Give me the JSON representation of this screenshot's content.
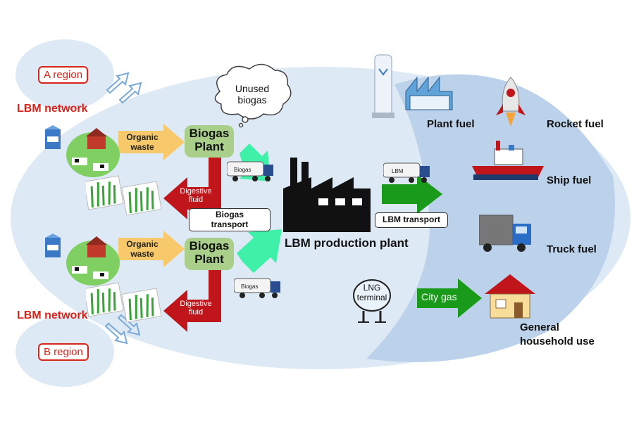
{
  "regions": {
    "a_region": "A region",
    "b_region": "B region",
    "network_top": "LBM network",
    "network_bottom": "LBM network"
  },
  "sources": {
    "organic_waste_top": "Organic\nwaste",
    "organic_waste_bottom": "Organic\nwaste"
  },
  "plants": {
    "biogas_plant_top": "Biogas\nPlant",
    "biogas_plant_bottom": "Biogas\nPlant",
    "digestive_fluid_top": "Digestive\nfluid",
    "digestive_fluid_bottom": "Digestive\nfluid",
    "unused_biogas": "Unused\nbiogas"
  },
  "transport": {
    "biogas_transport": "Biogas\ntransport",
    "truck_biogas_label": "Biogas",
    "truck_lbm_label": "LBM",
    "lbm_transport": "LBM transport"
  },
  "production": {
    "lbm_production_plant": "LBM production plant"
  },
  "uses": {
    "plant_fuel": "Plant fuel",
    "rocket_fuel": "Rocket fuel",
    "ship_fuel": "Ship fuel",
    "truck_fuel": "Truck fuel",
    "lng_terminal": "LNG\nterminal",
    "city_gas": "City gas",
    "household": "General\nhousehold use"
  },
  "colors": {
    "outer_ellipse": "#dde9f5",
    "inner_ellipse": "#e8f1fa",
    "right_region": "#bcd2ea",
    "organic_arrow": "#f7c96b",
    "digest_arrow": "#c0161b",
    "transport_arrow": "#3ef0a8",
    "lbm_arrow": "#1a9a1a",
    "plant_box": "#a9cf8a",
    "network_red": "#d9241c"
  },
  "icons": {
    "farm": "farm-scene-icon",
    "milk": "milk-carton-icon",
    "grass": "grass-icon",
    "factory": "factory-icon",
    "tank": "lng-storage-tank-icon",
    "plant": "industrial-plant-icon",
    "rocket": "rocket-icon",
    "ship": "ship-icon",
    "truck": "truck-icon",
    "house": "house-icon"
  }
}
